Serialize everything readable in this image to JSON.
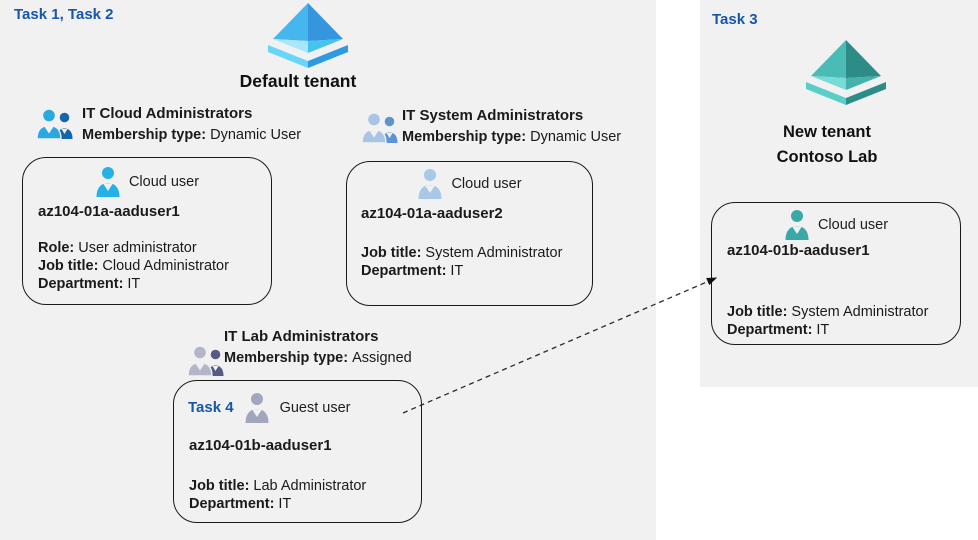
{
  "colors": {
    "panel_bg": "#f1f1f2",
    "task_label_blue": "#1757a6",
    "card_border": "#1a1a1a",
    "azure_tenant_icon_blue": "#45b6ee",
    "azure_tenant_icon_teal": "#4abcb5",
    "cloud_user_icon_bright_blue": "#25b0e8",
    "cloud_user_icon_pale_blue": "#a9c7e6",
    "guest_user_icon_gray": "#a2a6bc",
    "cloud_user_icon_teal": "#3aa9a6",
    "group_icon_cloud_front": "#2aa9e0",
    "group_icon_cloud_back": "#1266ae",
    "group_icon_system_front": "#a9c4e4",
    "group_icon_system_back": "#5e93d1",
    "group_icon_lab_front": "#b3b6c9",
    "group_icon_lab_back": "#555b84"
  },
  "labels": {
    "task12": "Task 1, Task 2",
    "task3": "Task 3"
  },
  "default_tenant": {
    "title": "Default tenant",
    "groups": [
      {
        "name": "IT Cloud Administrators",
        "membership_label": "Membership type:",
        "membership_value": "Dynamic User"
      },
      {
        "name": "IT System Administrators",
        "membership_label": "Membership type:",
        "membership_value": "Dynamic User"
      },
      {
        "name": "IT Lab Administrators",
        "membership_label": "Membership type:",
        "membership_value": "Assigned"
      }
    ]
  },
  "new_tenant": {
    "title_line1": "New tenant",
    "title_line2": "Contoso Lab"
  },
  "cards": [
    {
      "user_type": "Cloud user",
      "username": "az104-01a-aaduser1",
      "fields": [
        {
          "label": "Role:",
          "value": "User administrator"
        },
        {
          "label": "Job title:",
          "value": "Cloud Administrator"
        },
        {
          "label": "Department:",
          "value": "IT"
        }
      ]
    },
    {
      "user_type": "Cloud user",
      "username": "az104-01a-aaduser2",
      "fields": [
        {
          "label": "Job title:",
          "value": "System Administrator"
        },
        {
          "label": "Department:",
          "value": "IT"
        }
      ]
    },
    {
      "task_label": "Task 4",
      "user_type": "Guest user",
      "username": "az104-01b-aaduser1",
      "fields": [
        {
          "label": "Job title:",
          "value": "Lab Administrator"
        },
        {
          "label": "Department:",
          "value": "IT"
        }
      ]
    },
    {
      "user_type": "Cloud user",
      "username": "az104-01b-aaduser1",
      "fields": [
        {
          "label": "Job title:",
          "value": "System Administrator"
        },
        {
          "label": "Department:",
          "value": "IT"
        }
      ]
    }
  ]
}
